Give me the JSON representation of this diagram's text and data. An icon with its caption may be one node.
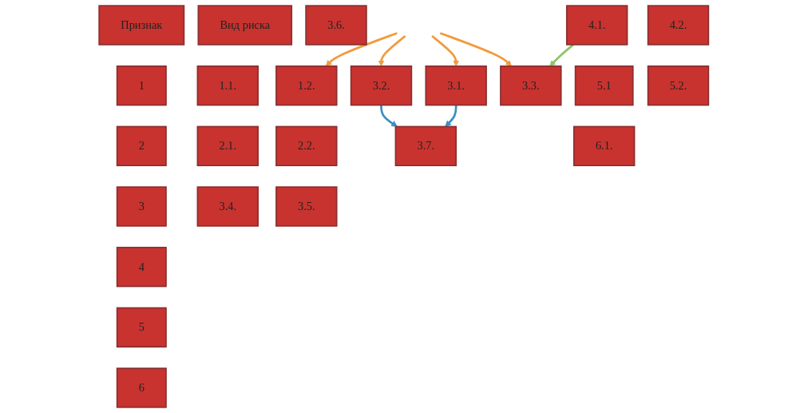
{
  "diagram": {
    "nodes": [
      {
        "text": [
          "Признак"
        ]
      },
      {
        "text": [
          "1"
        ]
      },
      {
        "text": [
          "2"
        ]
      },
      {
        "text": [
          "3"
        ]
      },
      {
        "text": [
          "4"
        ]
      },
      {
        "text": [
          "5"
        ]
      },
      {
        "text": [
          "6"
        ]
      },
      {
        "text": [
          "Вид риска"
        ]
      },
      {
        "text": [
          "1.1."
        ]
      },
      {
        "text": [
          "1.2."
        ]
      },
      {
        "text": [
          "2.1."
        ]
      },
      {
        "text": [
          "2.2."
        ]
      },
      {
        "text": [
          "3.1."
        ]
      },
      {
        "text": [
          "3.2."
        ]
      },
      {
        "text": [
          "3.3."
        ]
      },
      {
        "text": [
          "3.4."
        ]
      },
      {
        "text": [
          "3.5."
        ]
      },
      {
        "text": [
          "3.6."
        ]
      },
      {
        "text": [
          "3.7."
        ]
      },
      {
        "text": [
          "4.1."
        ]
      },
      {
        "text": [
          "4.2."
        ]
      },
      {
        "text": [
          "5.1"
        ]
      },
      {
        "text": [
          "5.2."
        ]
      },
      {
        "text": [
          "6.1."
        ]
      }
    ],
    "edges": [
      {
        "from": 12,
        "to": 18,
        "arrow": "to",
        "color": "#3a8fc4"
      },
      {
        "from": 13,
        "to": 18,
        "arrow": "to",
        "color": "#3a8fc4"
      },
      {
        "from": 19,
        "to": 14,
        "arrow": "to",
        "color": "#8cc46a"
      },
      {
        "from": null,
        "to": 12,
        "arrow": "to"
      },
      {
        "from": null,
        "to": 13,
        "arrow": "to"
      },
      {
        "from": null,
        "to": 14,
        "arrow": "to"
      },
      {
        "from": null,
        "to": 9,
        "arrow": "to"
      }
    ]
  }
}
